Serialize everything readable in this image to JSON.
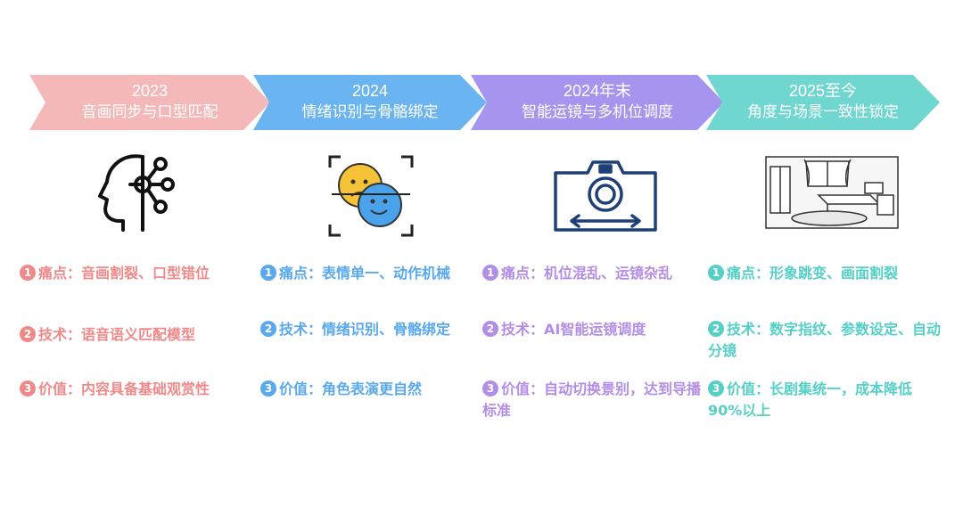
{
  "stages": [
    {
      "year": "2023",
      "title": "音画同步与口型匹配",
      "color": "#f5b8b8",
      "items": [
        {
          "num": "1",
          "text": "痛点：音画割裂、口型错位"
        },
        {
          "num": "2",
          "text": "技术：语音语义匹配模型"
        },
        {
          "num": "3",
          "text": "价值：内容具备基础观赏性"
        }
      ]
    },
    {
      "year": "2024",
      "title": "情绪识别与骨骼绑定",
      "color": "#6ab4f2",
      "items": [
        {
          "num": "1",
          "text": "痛点：表情单一、动作机械"
        },
        {
          "num": "2",
          "text": "技术：情绪识别、骨骼绑定"
        },
        {
          "num": "3",
          "text": "价值：角色表演更自然"
        }
      ]
    },
    {
      "year": "2024年末",
      "title": "智能运镜与多机位调度",
      "color": "#a695ee",
      "items": [
        {
          "num": "1",
          "text": "痛点：机位混乱、运镜杂乱"
        },
        {
          "num": "2",
          "text": "技术：AI智能运镜调度"
        },
        {
          "num": "3",
          "text": "价值：自动切换景别，达到导播标准"
        }
      ]
    },
    {
      "year": "2025至今",
      "title": "角度与场景一致性锁定",
      "color": "#6fd6d0",
      "items": [
        {
          "num": "1",
          "text": "痛点：形象跳变、画面割裂"
        },
        {
          "num": "2",
          "text": "技术：数字指纹、参数设定、自动分镜"
        },
        {
          "num": "3",
          "text": "价值：长剧集统一，成本降低90%以上"
        }
      ]
    }
  ],
  "icons": [
    "ai-head-icon",
    "emotion-faces-icon",
    "camera-icon",
    "room-scene-icon"
  ]
}
